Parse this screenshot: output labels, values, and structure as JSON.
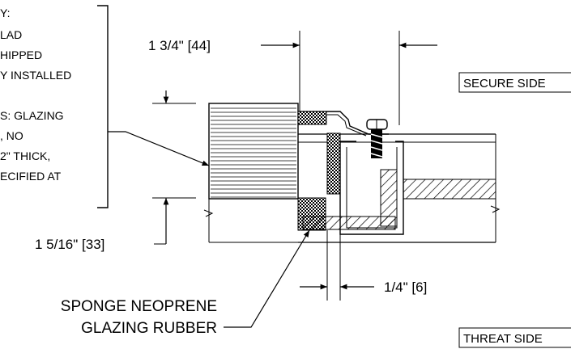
{
  "note_left": {
    "lines": [
      "Y:",
      "LAD",
      "HIPPED",
      "Y INSTALLED",
      "",
      "S:  GLAZING",
      ", NO",
      "2\" THICK,",
      "ECIFIED AT"
    ]
  },
  "dimensions": {
    "top": "1 3/4\" [44]",
    "bottom": "1 5/16\" [33]",
    "gap": "1/4\" [6]"
  },
  "labels": {
    "secure_side": "SECURE SIDE",
    "threat_side": "THREAT SIDE",
    "rubber_line1": "SPONGE NEOPRENE",
    "rubber_line2": "GLAZING RUBBER"
  },
  "colors": {
    "ink": "#000000",
    "paper": "#ffffff"
  }
}
